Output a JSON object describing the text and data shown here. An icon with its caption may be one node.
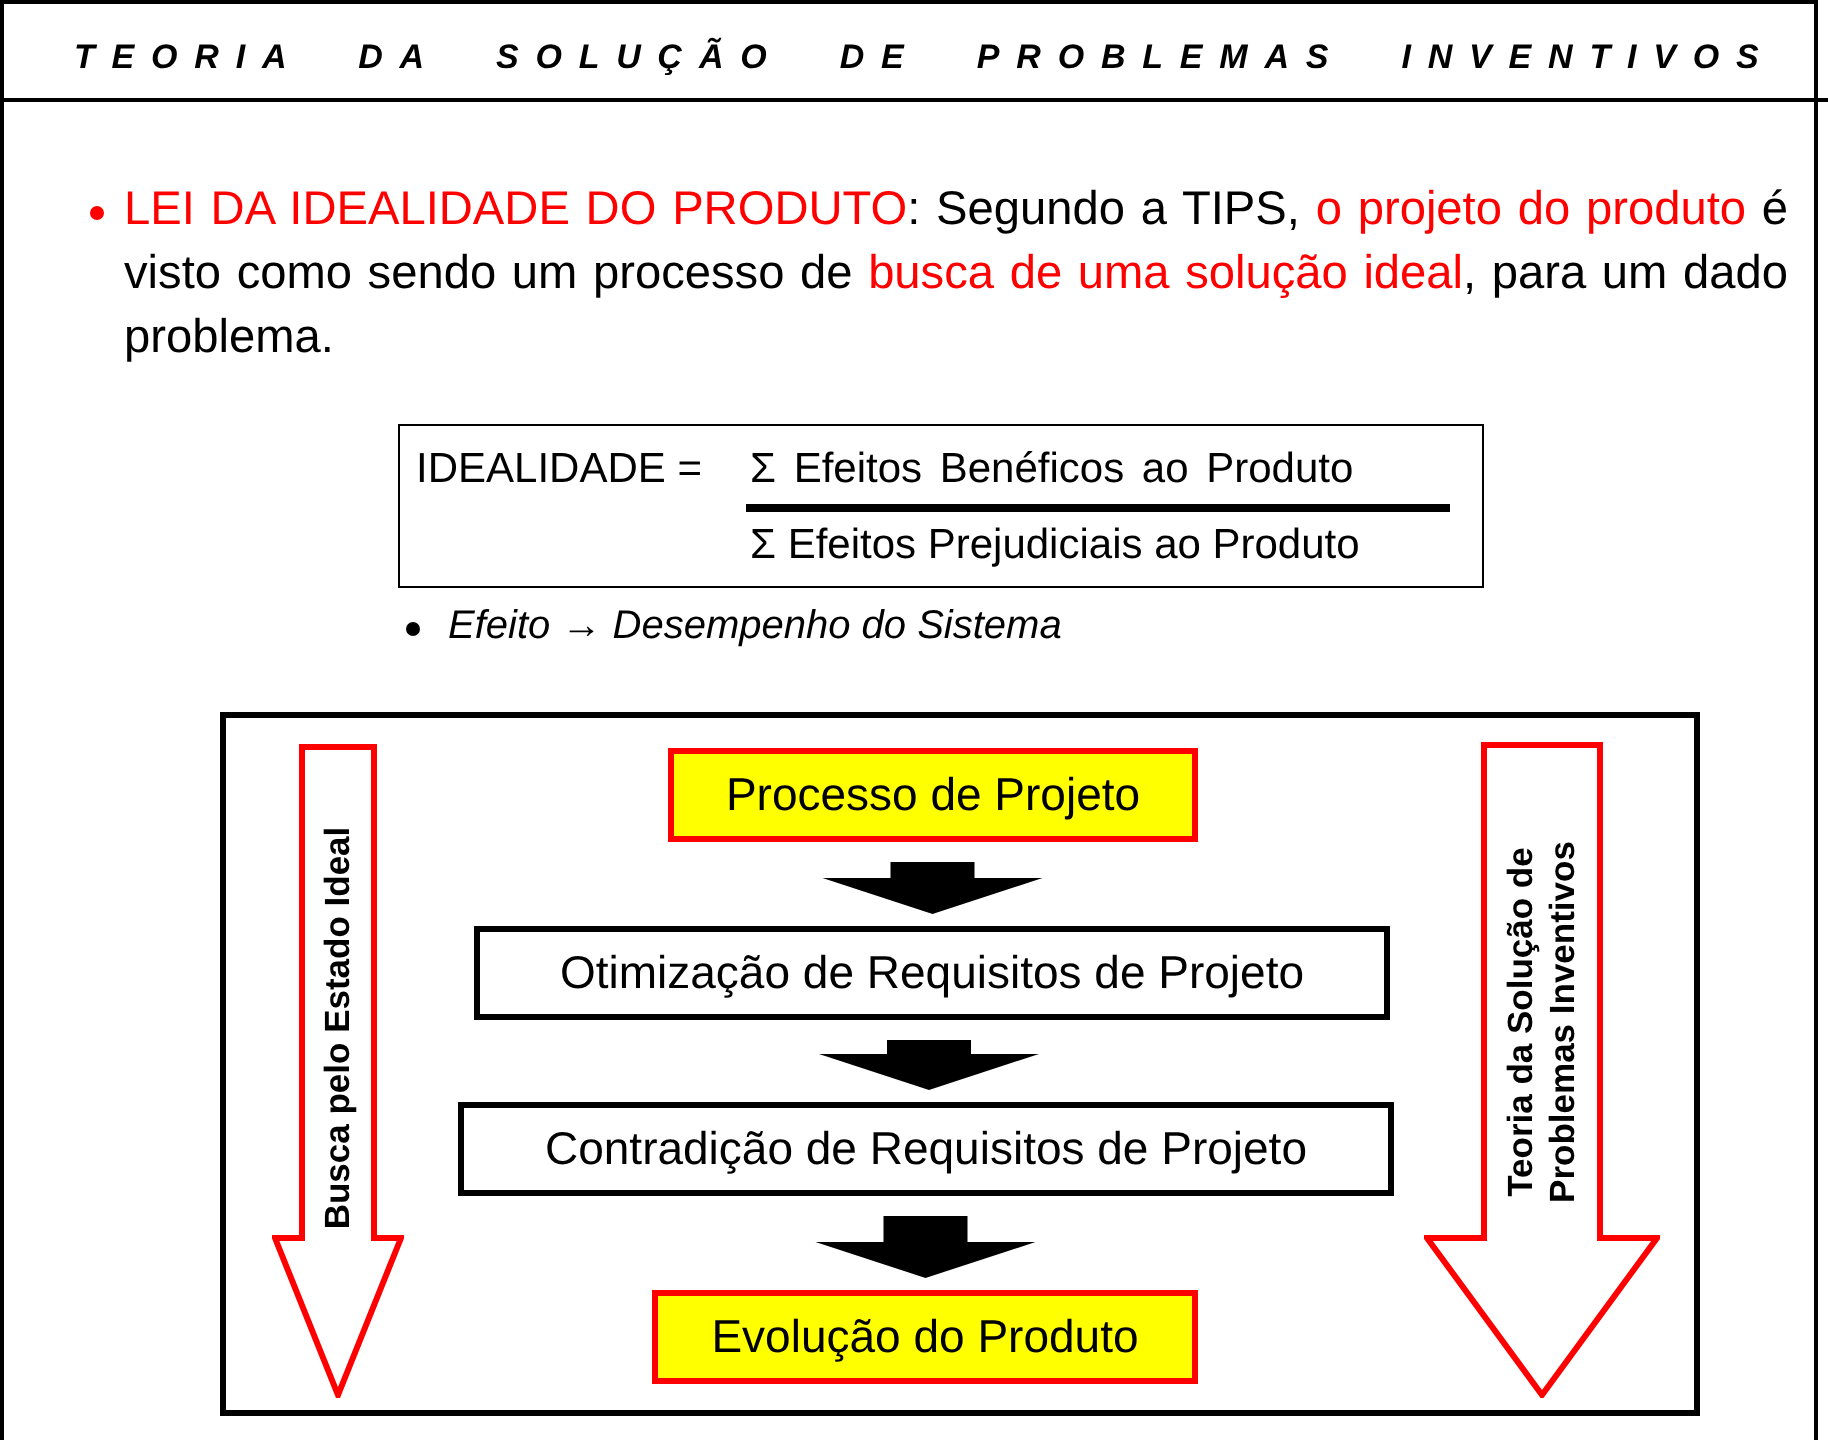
{
  "diagram": {
    "title": "TEORIA DA SOLUÇÃO DE PROBLEMAS INVENTIVOS",
    "nodes": [
      {
        "text": [
          "IDEALIDADE =",
          "Σ Efeitos Benéficos ao Produto",
          "Σ Efeitos Prejudiciais ao Produto"
        ]
      },
      {
        "text": [],
        "shape": "box"
      },
      {
        "text": [
          "Busca pelo Estado Ideal"
        ],
        "in": 1
      },
      {
        "text": [
          "Processo de Projeto"
        ],
        "in": 1
      },
      {
        "text": [
          "Otimização de Requisitos de Projeto"
        ],
        "in": 1
      },
      {
        "text": [
          "Contradição de Requisitos de Projeto"
        ],
        "in": 1
      },
      {
        "text": [
          "Evolução do Produto"
        ],
        "in": 1
      },
      {
        "text": [
          "Teoria da Solução de Problemas Inventivos"
        ],
        "in": 1
      }
    ],
    "edges": [
      {
        "from": 3,
        "to": 4,
        "arrow": "to",
        "style": "thick"
      },
      {
        "from": 4,
        "to": 5,
        "arrow": "to",
        "style": "thick"
      },
      {
        "from": 5,
        "to": 6,
        "arrow": "to",
        "style": "thick"
      }
    ],
    "labels": [
      "**LEI DA IDEALIDADE DO PRODUTO**: Segundo a TIPS, **o projeto do produto** é visto como sendo um processo de **busca de uma solução ideal**, para um dado problema.",
      "Efeito → Desempenho do Sistema"
    ]
  }
}
